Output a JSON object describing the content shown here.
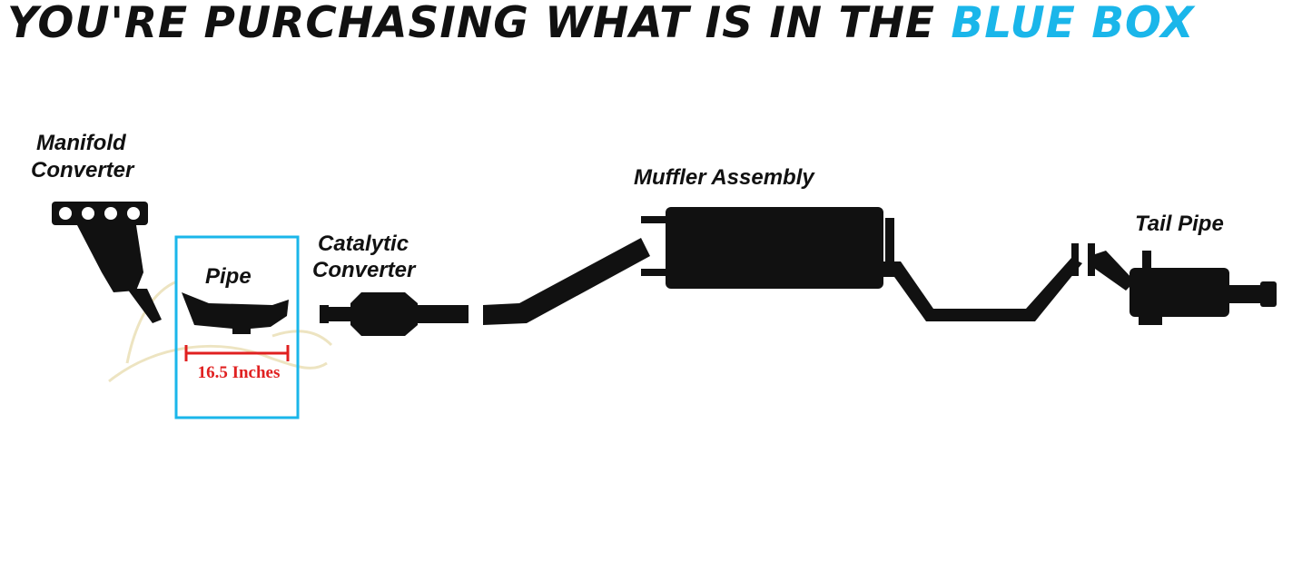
{
  "headline": {
    "prefix": "YOU'RE PURCHASING WHAT IS IN THE",
    "highlight": "BLUE BOX"
  },
  "colors": {
    "accent": "#1ab6ea",
    "parts": "#111111",
    "measure": "#e02020"
  },
  "labels": {
    "manifold_line1": "Manifold",
    "manifold_line2": "Converter",
    "pipe": "Pipe",
    "catalytic_line1": "Catalytic",
    "catalytic_line2": "Converter",
    "muffler": "Muffler Assembly",
    "tail_pipe": "Tail Pipe"
  },
  "measurement": {
    "text": "16.5 Inches"
  }
}
